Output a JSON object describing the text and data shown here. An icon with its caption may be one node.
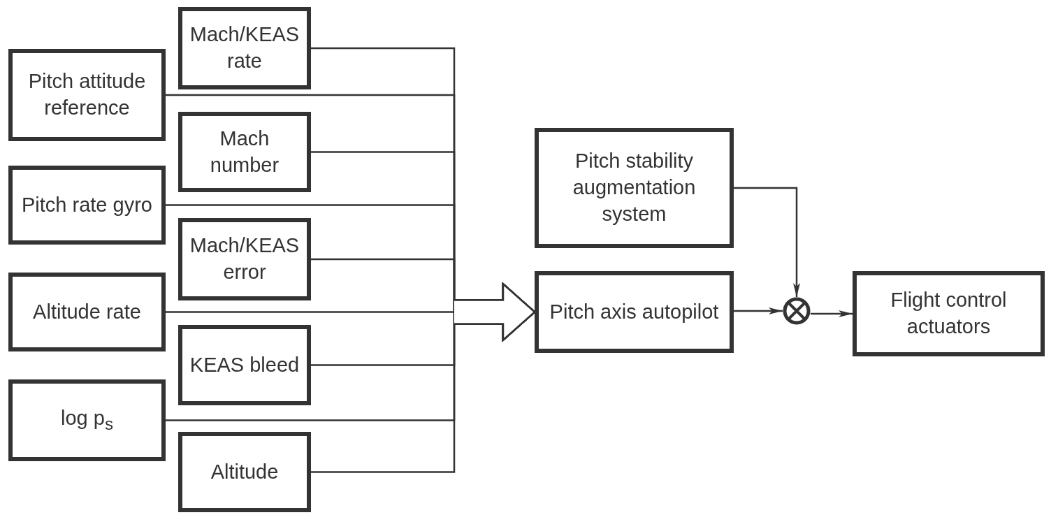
{
  "diagram": {
    "nodes": [
      {
        "text": [
          "Mach/KEAS rate"
        ]
      },
      {
        "text": [
          "Pitch attitude reference"
        ]
      },
      {
        "text": [
          "Mach number"
        ]
      },
      {
        "text": [
          "Pitch rate gyro"
        ]
      },
      {
        "text": [
          "Mach/KEAS error"
        ]
      },
      {
        "text": [
          "Altitude rate"
        ]
      },
      {
        "text": [
          "KEAS bleed"
        ]
      },
      {
        "text": [
          "log p$_{s}$"
        ]
      },
      {
        "text": [
          "Altitude"
        ]
      },
      {
        "text": [
          "Pitch stability augmentation system"
        ]
      },
      {
        "text": [
          "Pitch axis autopilot"
        ]
      },
      {
        "text": [],
        "shape": "circle"
      },
      {
        "text": [
          "Flight control actuators"
        ]
      }
    ],
    "edges": [
      {
        "from": 0,
        "to": 10,
        "arrow": "to"
      },
      {
        "from": 1,
        "to": 10,
        "arrow": "to"
      },
      {
        "from": 2,
        "to": 10,
        "arrow": "to"
      },
      {
        "from": 3,
        "to": 10,
        "arrow": "to"
      },
      {
        "from": 4,
        "to": 10,
        "arrow": "to"
      },
      {
        "from": 5,
        "to": 10,
        "arrow": "to"
      },
      {
        "from": 6,
        "to": 10,
        "arrow": "to"
      },
      {
        "from": 7,
        "to": 10,
        "arrow": "to"
      },
      {
        "from": 8,
        "to": 10,
        "arrow": "to"
      },
      {
        "from": 9,
        "to": 11,
        "arrow": "to"
      },
      {
        "from": 10,
        "to": 11,
        "arrow": "to"
      },
      {
        "from": 11,
        "to": 12,
        "arrow": "to"
      }
    ]
  }
}
